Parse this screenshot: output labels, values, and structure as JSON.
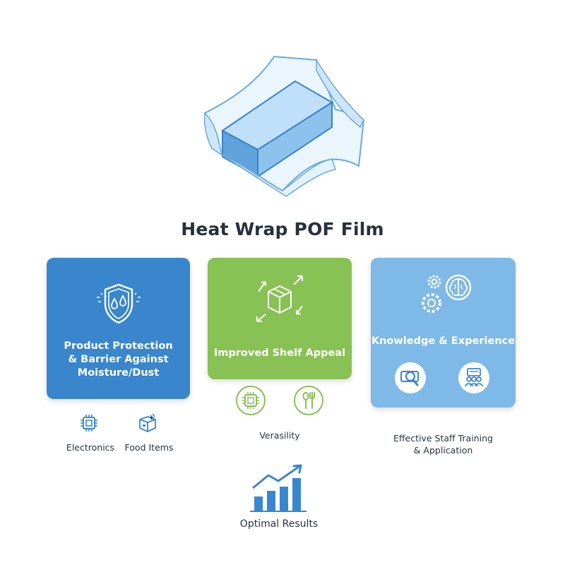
{
  "title": "Heat Wrap POF Film",
  "cards": {
    "protection": {
      "title_lines": [
        "Product Protection",
        "& Barrier Against",
        "Moisture/Dust"
      ],
      "color": "#3a86cd"
    },
    "shelf_appeal": {
      "title": "Improved Shelf Appeal",
      "color": "#88c154"
    },
    "knowledge": {
      "title": "Knowledge & Experience",
      "color": "#7eb9e7"
    }
  },
  "sub_items": {
    "electronics": "Electronics",
    "food_items": "Food Items",
    "versatility": "Verasility",
    "staff_training_lines": [
      "Effective Staff Training",
      "& Application"
    ],
    "optimal_results": "Optimal Results"
  },
  "icons": {
    "hero": "wrapped-package-icon",
    "protection": "shield-droplets-icon",
    "shelf_appeal": "box-arrows-icon",
    "knowledge": "gears-brain-icon",
    "knowledge_sub": [
      "magnifier-icon",
      "team-icon"
    ],
    "versatility": [
      "chip-icon",
      "spoon-fork-icon"
    ],
    "electronics": "chip-icon",
    "food_items": "open-box-icon",
    "results": "growth-chart-icon"
  }
}
